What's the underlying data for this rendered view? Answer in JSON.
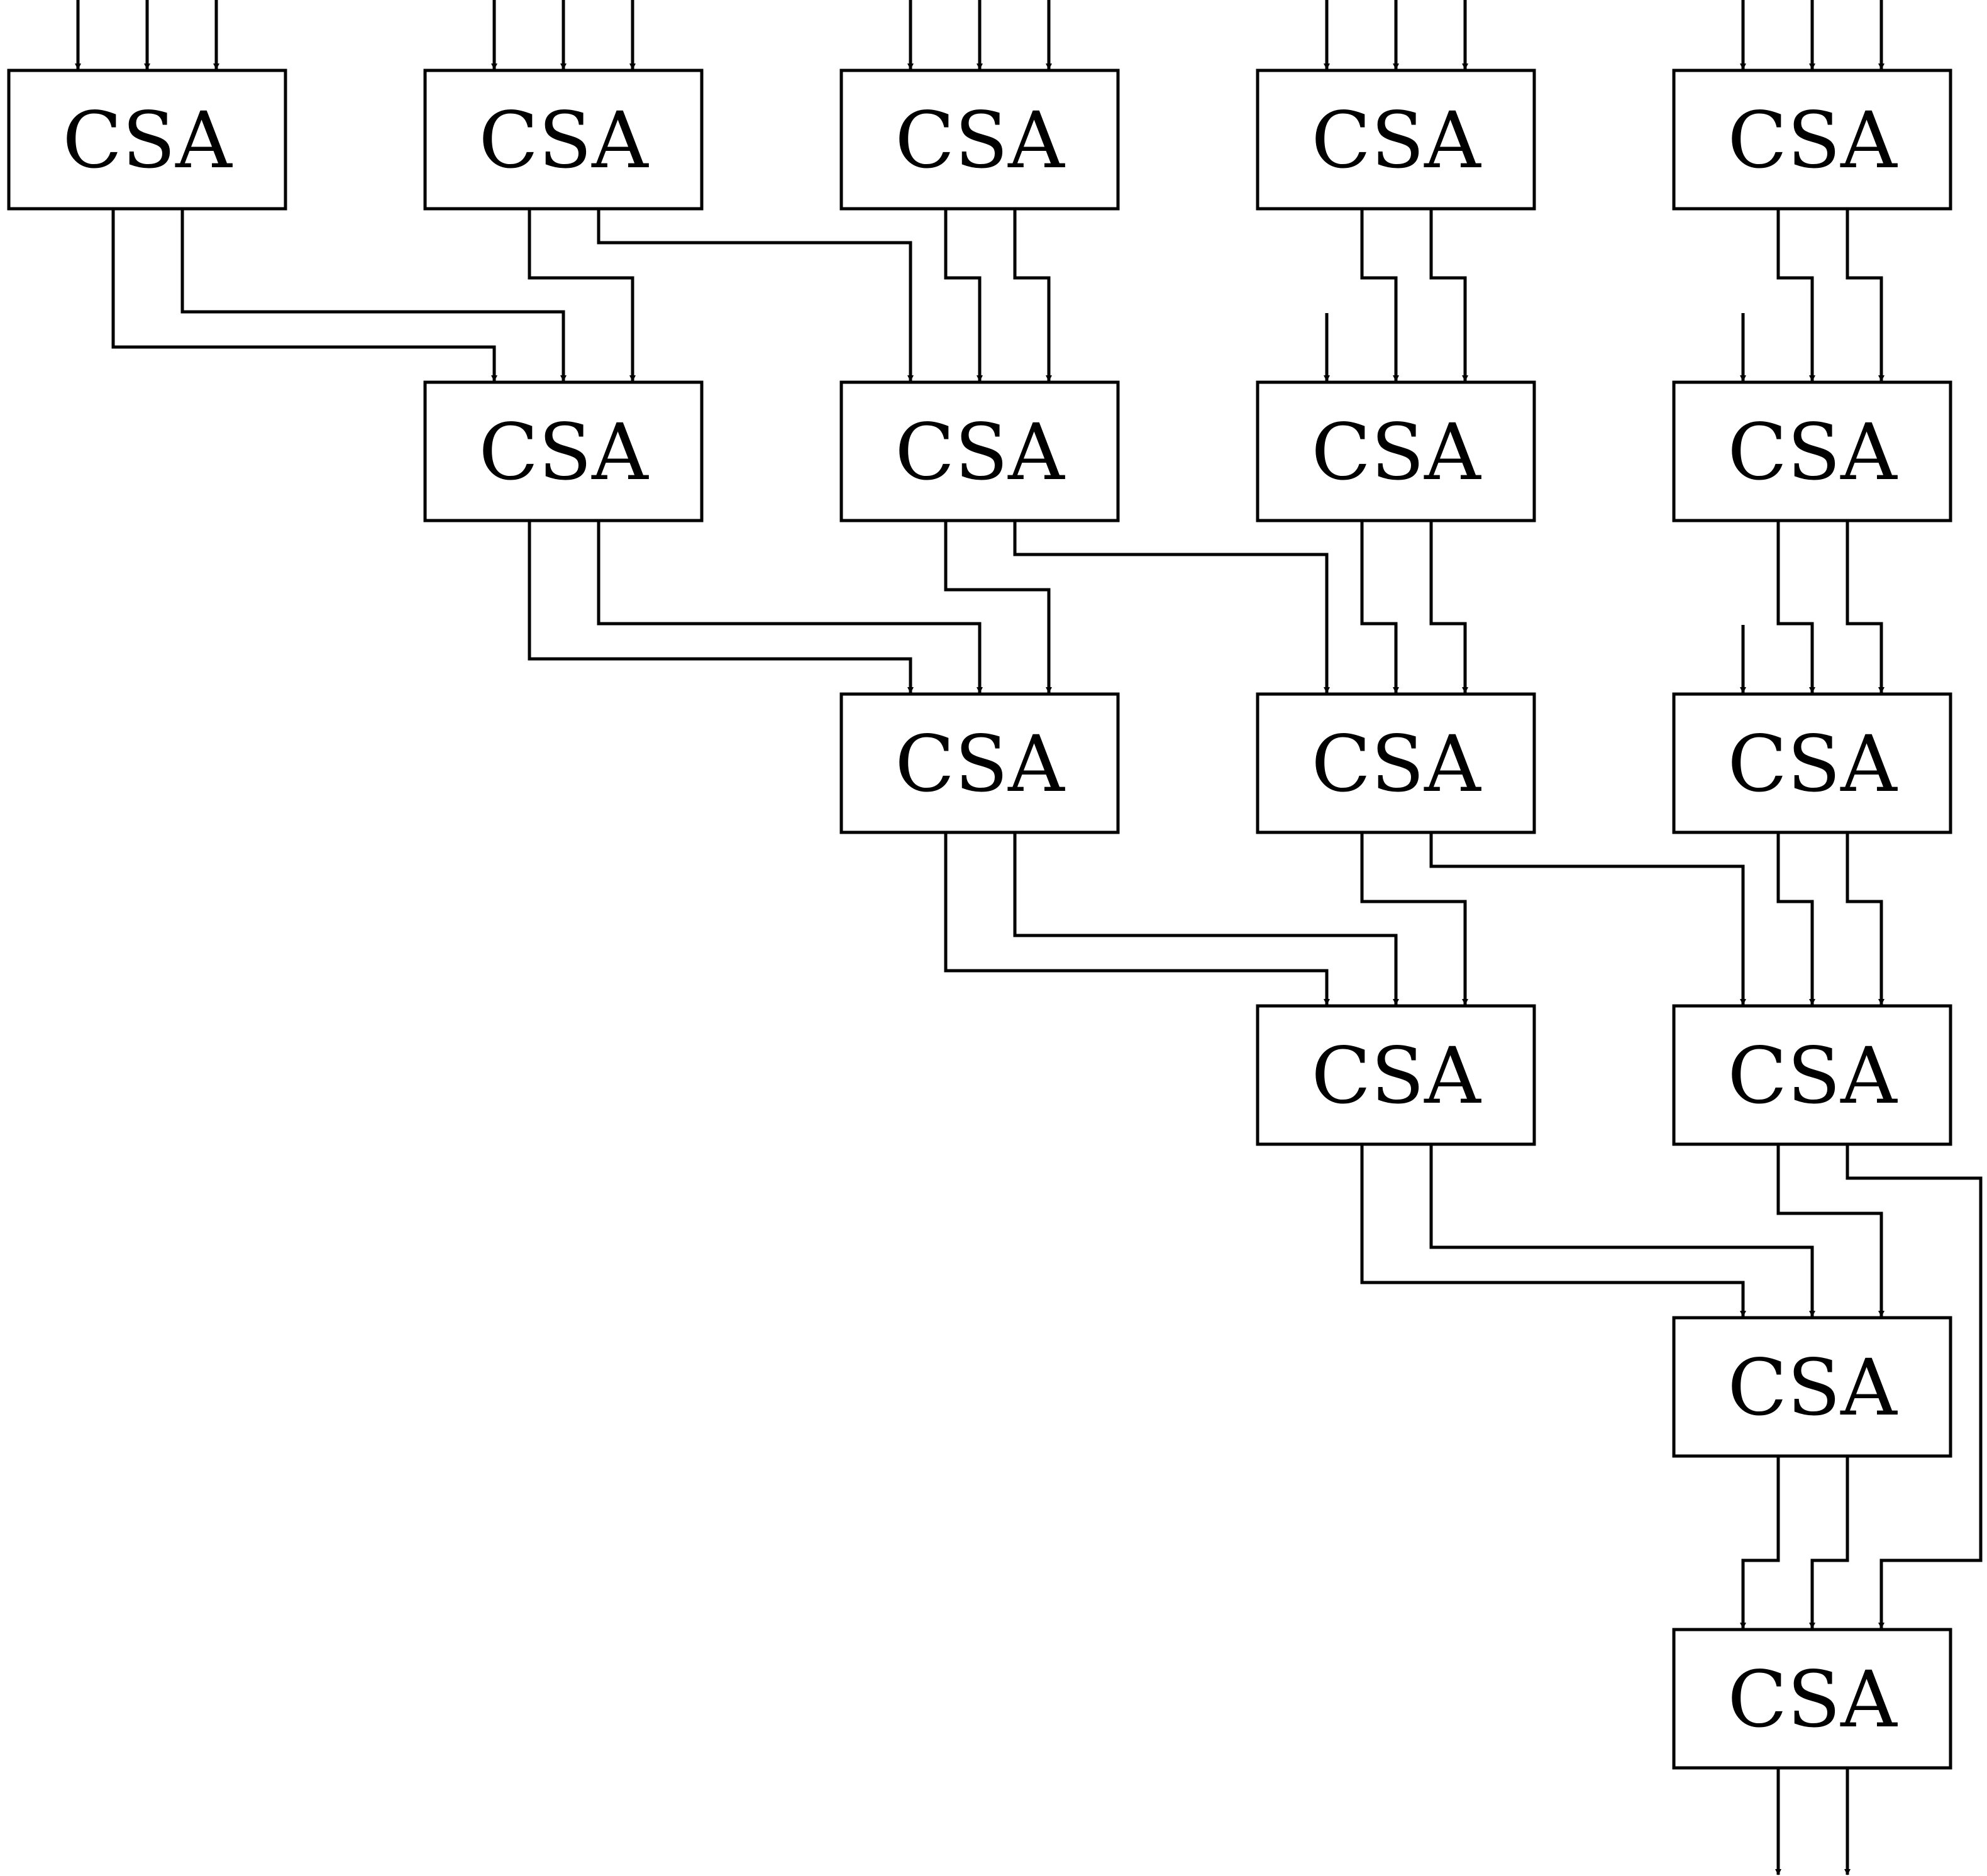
{
  "diagram": {
    "block_label": "CSA",
    "ink_color": "#000000",
    "background_color": "#ffffff",
    "blocks": [
      {
        "id": "r1c1",
        "label": "CSA"
      },
      {
        "id": "r1c2",
        "label": "CSA"
      },
      {
        "id": "r1c3",
        "label": "CSA"
      },
      {
        "id": "r1c4",
        "label": "CSA"
      },
      {
        "id": "r1c5",
        "label": "CSA"
      },
      {
        "id": "r2c2",
        "label": "CSA"
      },
      {
        "id": "r2c3",
        "label": "CSA"
      },
      {
        "id": "r2c4",
        "label": "CSA"
      },
      {
        "id": "r2c5",
        "label": "CSA"
      },
      {
        "id": "r3c3",
        "label": "CSA"
      },
      {
        "id": "r3c4",
        "label": "CSA"
      },
      {
        "id": "r3c5",
        "label": "CSA"
      },
      {
        "id": "r4c4",
        "label": "CSA"
      },
      {
        "id": "r4c5",
        "label": "CSA"
      },
      {
        "id": "r5c5",
        "label": "CSA"
      },
      {
        "id": "r6c5",
        "label": "CSA"
      }
    ]
  }
}
